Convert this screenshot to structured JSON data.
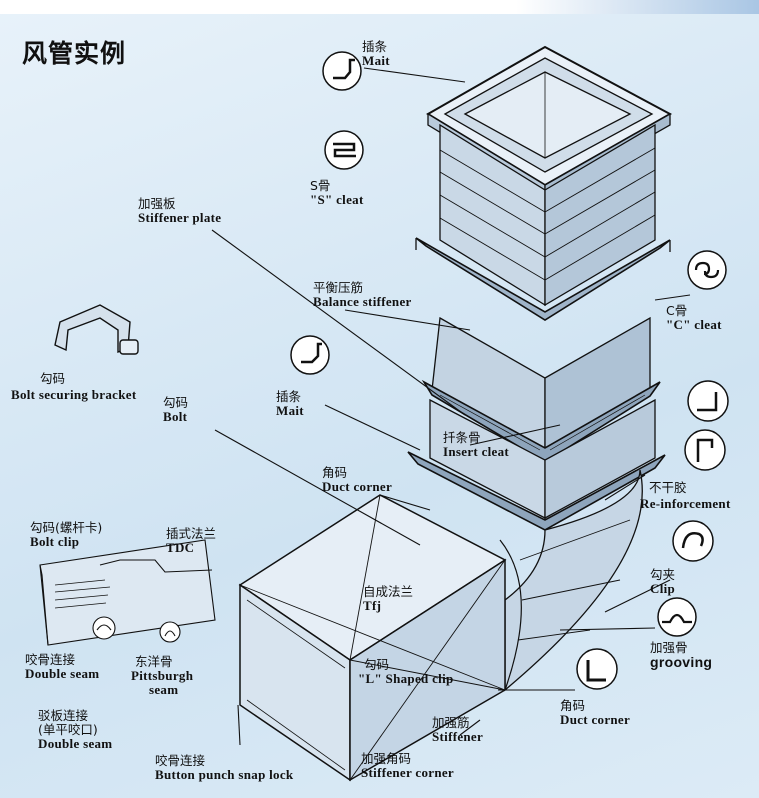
{
  "title": "风管实例",
  "labels": {
    "mait_top": {
      "cn": "插条",
      "en": "Mait"
    },
    "s_cleat": {
      "cn": "S骨",
      "en": "\"S\"  cleat"
    },
    "stiffener_plate": {
      "cn": "加强板",
      "en": "Stiffener  plate"
    },
    "balance": {
      "cn": "平衡压筋",
      "en": "Balance  stiffener"
    },
    "c_cleat": {
      "cn": "C骨",
      "en": "\"C\"  cleat"
    },
    "bolt_bracket": {
      "cn": "勾码",
      "en": "Bolt securing bracket"
    },
    "bolt": {
      "cn": "勾码",
      "en": "Bolt"
    },
    "mait_mid": {
      "cn": "插条",
      "en": "Mait"
    },
    "insert_cleat": {
      "cn": "扦条骨",
      "en": "Insert  cleat"
    },
    "duct_corner_top": {
      "cn": "角码",
      "en": "Duct  corner"
    },
    "reinforcement": {
      "cn": "不干胶",
      "en": "Re-inforcement"
    },
    "bolt_clip": {
      "cn": "勾码(螺杆卡)",
      "en": "Bolt  clip"
    },
    "tdc": {
      "cn": "插式法兰",
      "en": "TDC"
    },
    "tfj": {
      "cn": "自成法兰",
      "en": "Tfj"
    },
    "clip": {
      "cn": "勾夹",
      "en": "Clip"
    },
    "grooving": {
      "cn": "加强骨",
      "en": "grooving"
    },
    "double_seam": {
      "cn": "咬骨连接",
      "en": "Double  seam"
    },
    "pittsburgh": {
      "cn": "东洋骨",
      "en": "Pittsburgh",
      "en2": "seam"
    },
    "l_clip": {
      "cn": "勾码",
      "en": "\"L\"  Shaped  clip"
    },
    "duct_corner_bot": {
      "cn": "角码",
      "en": "Duct  corner"
    },
    "double_seam2": {
      "cn": "驳板连接",
      "cn2": "(单平咬口)",
      "en": "Double  seam"
    },
    "stiffener": {
      "cn": "加强筋",
      "en": "Stiffener"
    },
    "button_punch": {
      "cn": "咬骨连接",
      "en": "Button  punch  snap lock"
    },
    "stiffener_corner": {
      "cn": "加强角码",
      "en": "Stiffener  corner"
    }
  },
  "colors": {
    "background": "#d9e9f5",
    "line": "#111111",
    "duct_fill": "#c9d8e6",
    "duct_light": "#eaf1f8"
  }
}
